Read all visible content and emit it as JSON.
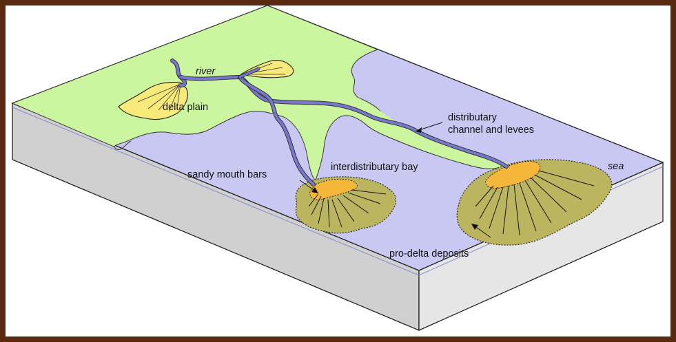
{
  "labels": {
    "river": "river",
    "delta_plain": "delta plain",
    "distributary_line1": "distributary",
    "distributary_line2": "channel and levees",
    "interdistributary_bay": "interdistributary bay",
    "sandy_mouth_bars": "sandy mouth bars",
    "sea": "sea",
    "pro_delta": "pro-delta deposits"
  },
  "colors": {
    "frame": "#5a2a10",
    "land": "#ccf5a0",
    "sea": "#c9c8f2",
    "river": "#7777cc",
    "sand": "#f5b73a",
    "lobe_yellow": "#f7ea7a",
    "prodelta": "#bcb560",
    "block_side": "#cfcfcf",
    "block_front": "#e4e4e4"
  }
}
